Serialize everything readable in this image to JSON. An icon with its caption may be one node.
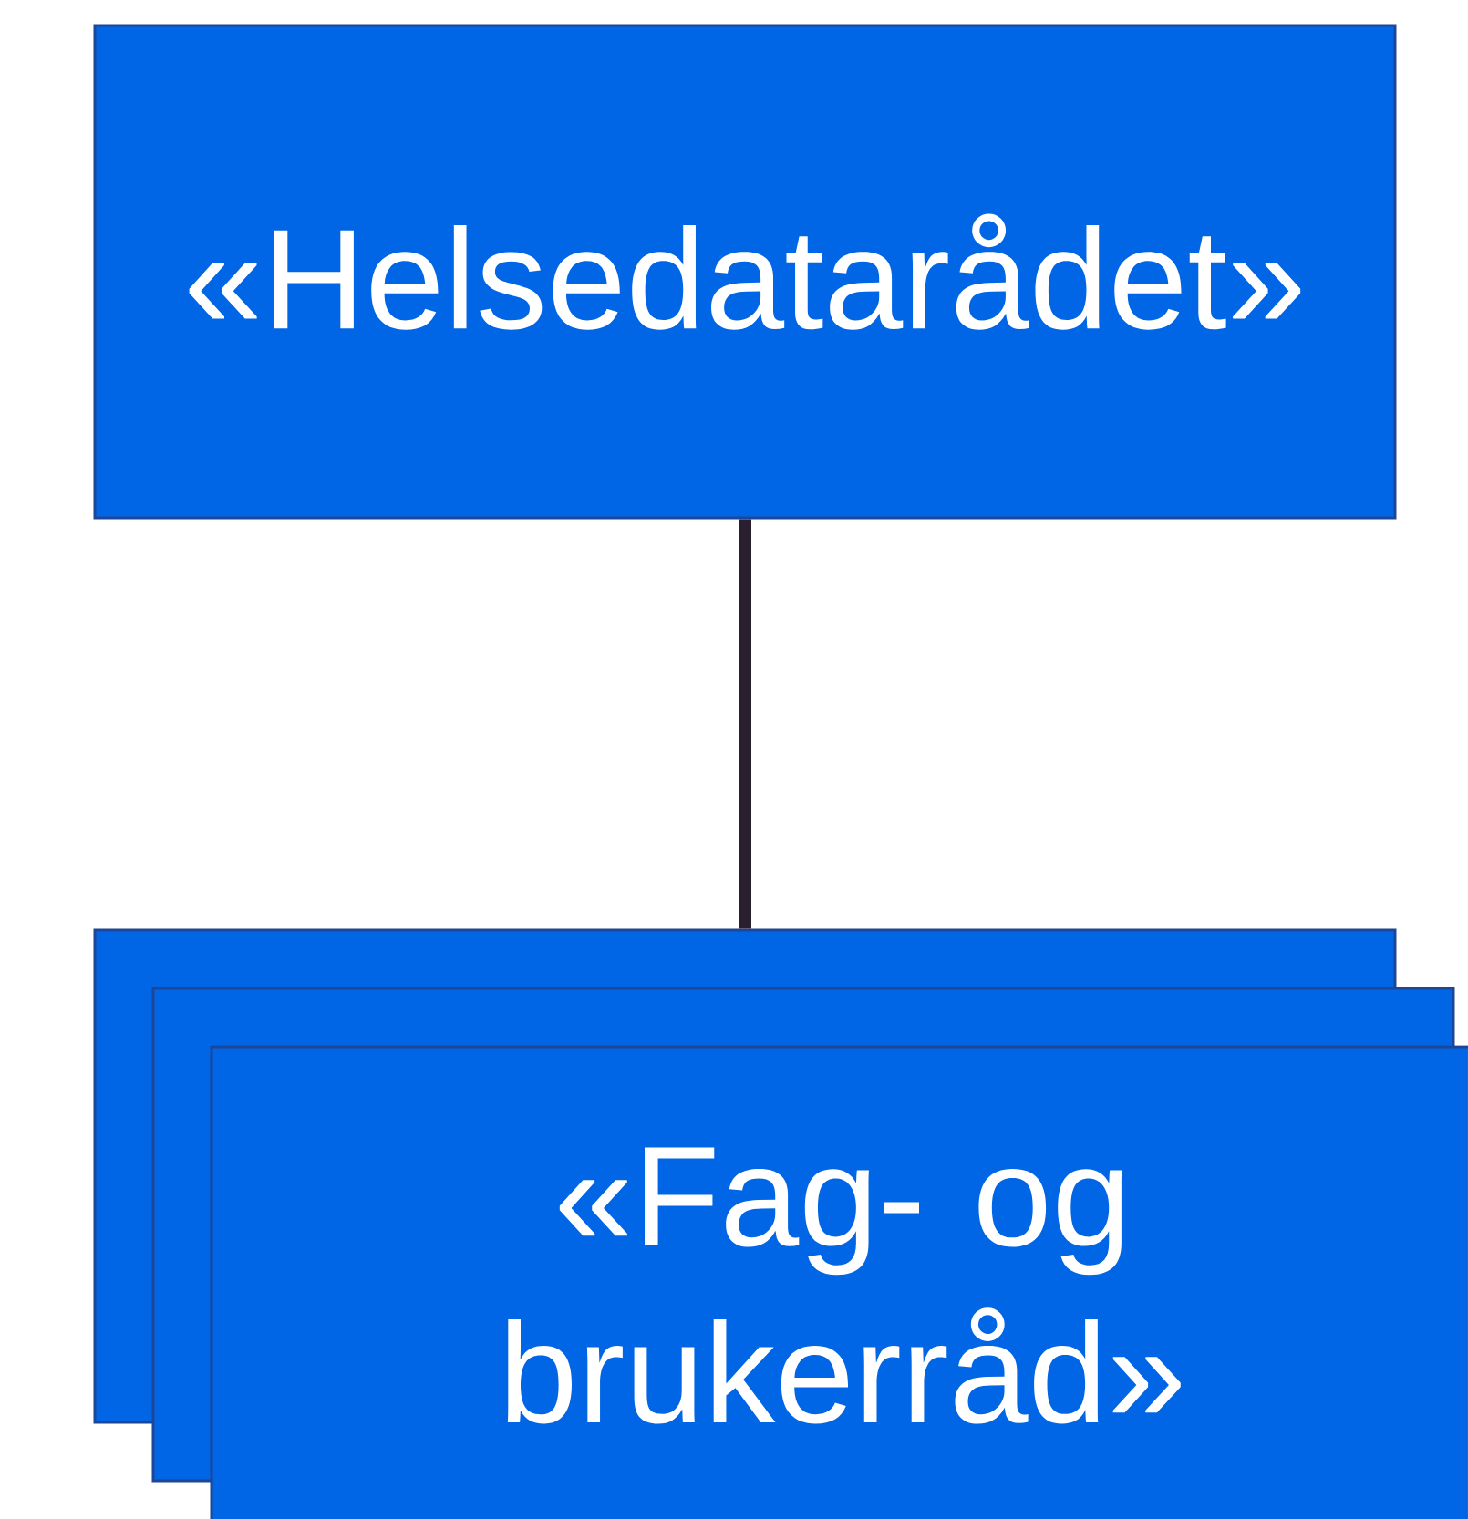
{
  "diagram": {
    "nodes": [
      {
        "text": [
          "«Helsedatarådet»"
        ]
      },
      {
        "text": [],
        "shape": "box"
      },
      {
        "text": [],
        "shape": "box"
      },
      {
        "text": [
          "«Fag- og brukerråd»"
        ]
      }
    ],
    "edges": [
      {
        "from": 0,
        "to": 1,
        "arrow": "none"
      }
    ]
  }
}
